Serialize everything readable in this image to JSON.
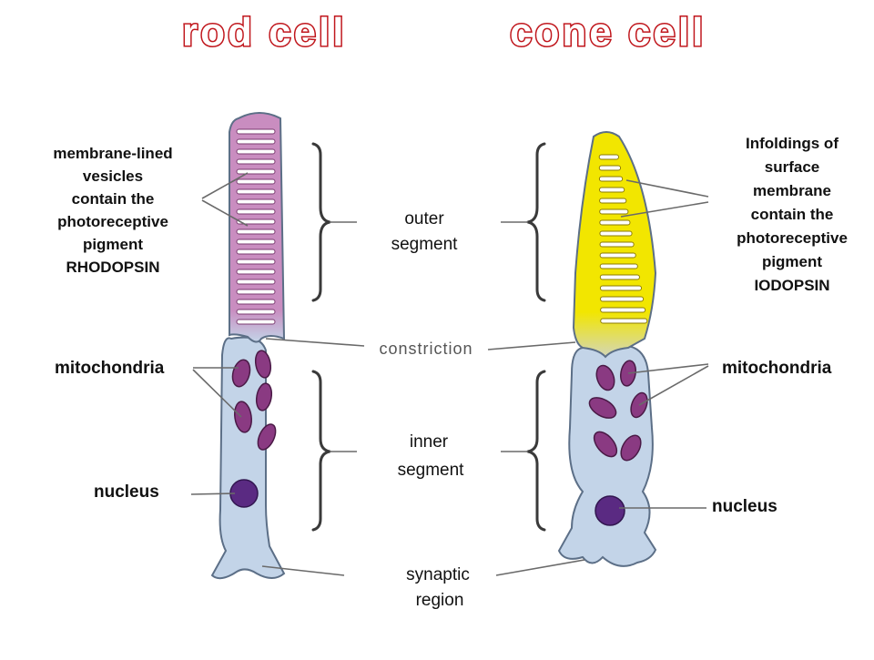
{
  "titles": {
    "rod": "rod cell",
    "cone": "cone cell"
  },
  "rod_labels": {
    "vesicles": [
      "membrane-lined",
      "vesicles",
      "contain the",
      "photoreceptive",
      "pigment",
      "RHODOPSIN"
    ],
    "mitochondria": "mitochondria",
    "nucleus": "nucleus"
  },
  "cone_labels": {
    "infoldings": [
      "Infoldings of",
      "surface",
      "membrane",
      "contain the",
      "photoreceptive",
      "pigment",
      "IODOPSIN"
    ],
    "mitochondria": "mitochondria",
    "nucleus": "nucleus"
  },
  "region_labels": {
    "outer_segment": [
      "outer",
      "segment"
    ],
    "constriction": "constriction",
    "inner_segment": [
      "inner",
      "segment"
    ],
    "synaptic_region": [
      "synaptic",
      "region"
    ]
  },
  "colors": {
    "title_outline": "#c0161c",
    "rod_outer": "#c98dc0",
    "cone_outer": "#f2e600",
    "inner_segment": "#c3d4e8",
    "nucleus": "#5a2a82",
    "mitochondria": "#8a3a82"
  }
}
